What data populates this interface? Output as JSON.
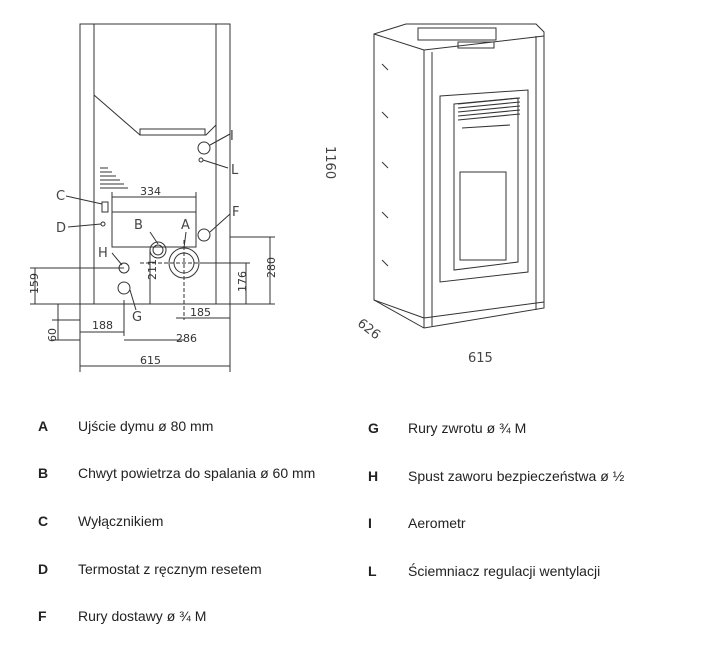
{
  "rear_view": {
    "dims": {
      "d334": "334",
      "d211": "211",
      "d280": "280",
      "d176": "176",
      "d159": "159",
      "d185": "185",
      "d188": "188",
      "d286": "286",
      "d60": "60",
      "d615": "615"
    },
    "labels": {
      "A": "A",
      "B": "B",
      "C": "C",
      "D": "D",
      "F": "F",
      "G": "G",
      "H": "H",
      "I": "I",
      "L": "L"
    }
  },
  "front_view": {
    "height": "1160",
    "depth": "626",
    "width": "615"
  },
  "legend_left": [
    {
      "key": "A",
      "text": "Ujście dymu ø 80 mm"
    },
    {
      "key": "B",
      "text": "Chwyt powietrza do spalania ø 60 mm"
    },
    {
      "key": "C",
      "text": "Wyłącznikiem"
    },
    {
      "key": "D",
      "text": "Termostat z ręcznym resetem"
    },
    {
      "key": "F",
      "text": "Rury dostawy ø ¾ M"
    }
  ],
  "legend_right": [
    {
      "key": "G",
      "text": "Rury zwrotu ø ¾ M"
    },
    {
      "key": "H",
      "text": "Spust zaworu bezpieczeństwa ø ½"
    },
    {
      "key": "I",
      "text": "Aerometr"
    },
    {
      "key": "L",
      "text": "Ściemniacz regulacji wentylacji"
    }
  ]
}
